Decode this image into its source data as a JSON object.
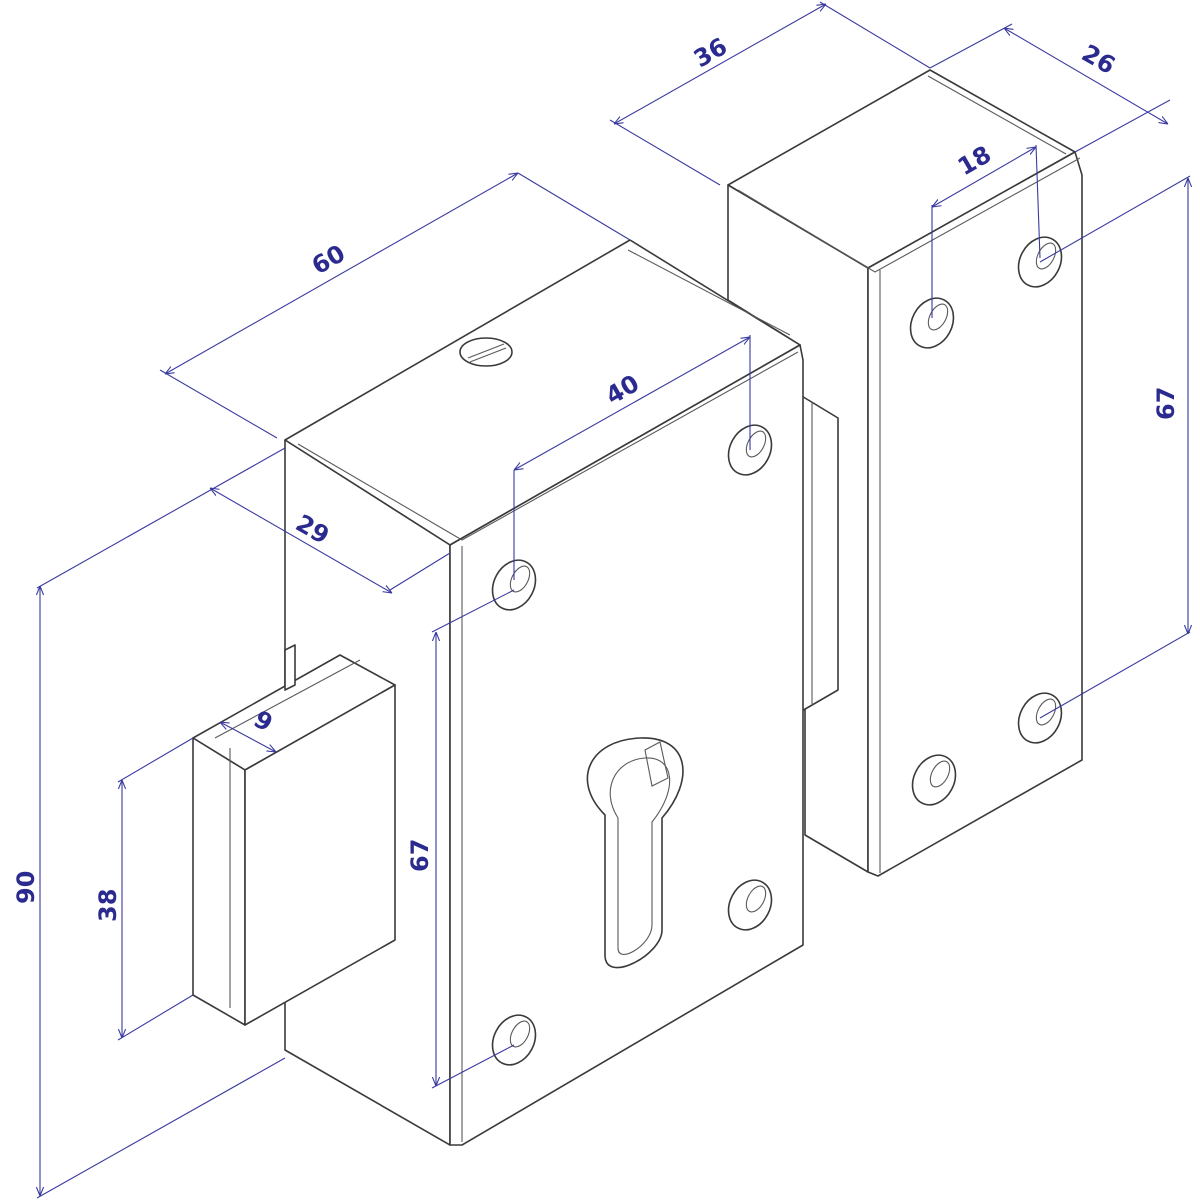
{
  "colors": {
    "outline": "#3a3a3a",
    "dimension": "#3a3aa0",
    "dimension_text": "#2b2b8f",
    "background": "#ffffff"
  },
  "dimensions": {
    "lock_depth": "60",
    "lock_width": "29",
    "hole_spacing_horizontal": "40",
    "hole_spacing_vertical": "67",
    "lock_height": "90",
    "bolt_height": "38",
    "bolt_thickness": "9",
    "keeper_depth": "36",
    "keeper_width": "26",
    "keeper_hole_spacing_horizontal": "18",
    "keeper_hole_spacing_vertical": "67"
  }
}
